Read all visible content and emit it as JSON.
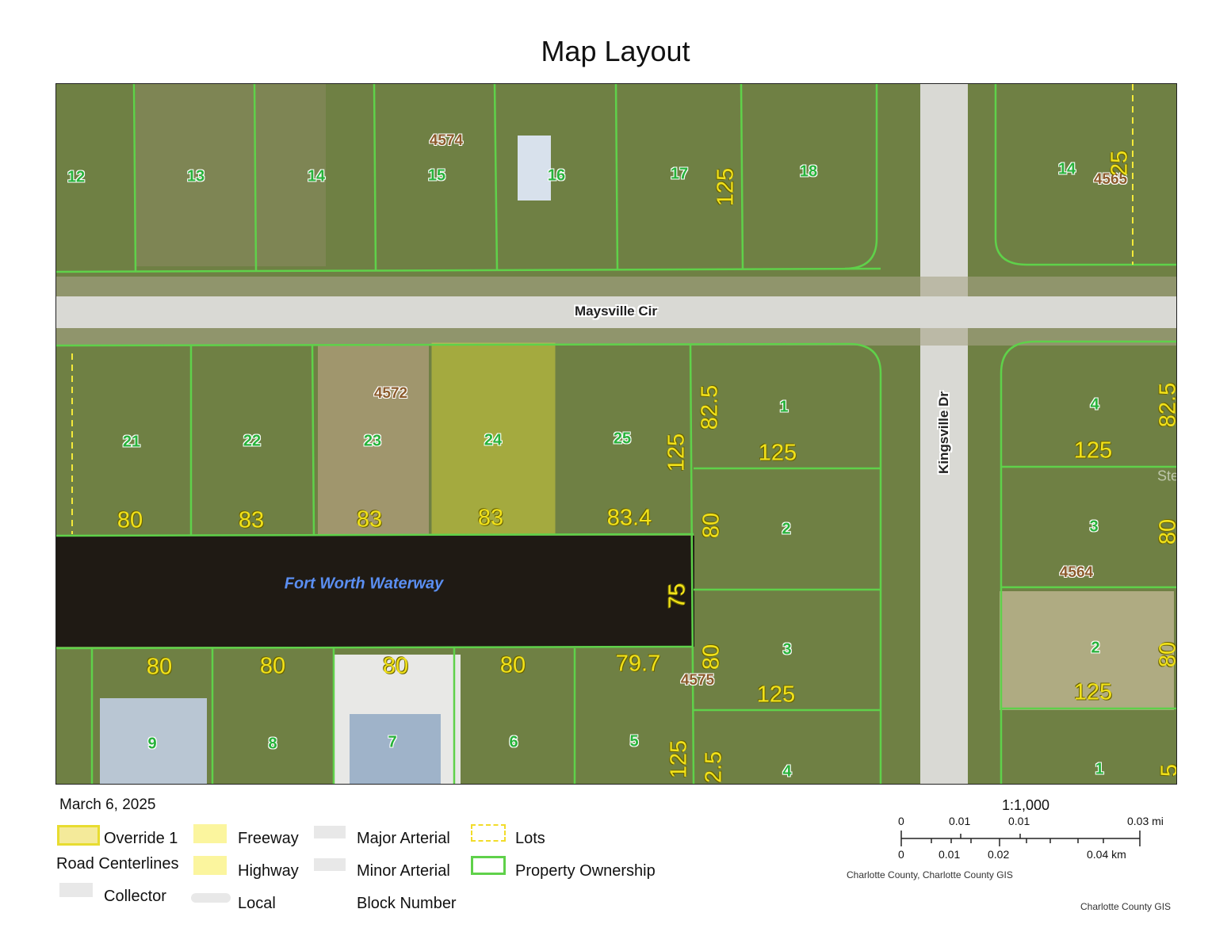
{
  "title": "Map Layout",
  "date": "March 6, 2025",
  "map": {
    "roads": {
      "maysville": "Maysville Cir",
      "kingsville": "Kingsville Dr"
    },
    "waterway": "Fort Worth Waterway",
    "watermark": "StellarMLS",
    "lots_top": [
      "12",
      "13",
      "14",
      "15",
      "16",
      "17",
      "18"
    ],
    "lots_top_right": "14",
    "block_top": "4574",
    "block_top_right": "4565",
    "lots_mid": [
      "21",
      "22",
      "23",
      "24",
      "25"
    ],
    "block_mid": "4572",
    "lots_east": [
      "1",
      "2",
      "3",
      "4"
    ],
    "lots_far_east": [
      "4",
      "3",
      "2",
      "1"
    ],
    "block_far_east": "4564",
    "lots_bottom": [
      "9",
      "8",
      "7",
      "6",
      "5"
    ],
    "block_bottom": "4575",
    "dims": {
      "d125": "125",
      "d25": "25",
      "d80": "80",
      "d83": "83",
      "d834": "83.4",
      "d825": "82.5",
      "d75": "75",
      "d797": "79.7",
      "d25b": "2.5",
      "d5": "5"
    }
  },
  "legend": {
    "override": "Override 1",
    "road_centerlines": "Road Centerlines",
    "collector": "Collector",
    "freeway": "Freeway",
    "highway": "Highway",
    "local": "Local",
    "major": "Major Arterial",
    "minor": "Minor Arterial",
    "block": "Block Number",
    "lots": "Lots",
    "ownership": "Property Ownership"
  },
  "scale": {
    "ratio": "1:1,000",
    "mi_labels": [
      "0",
      "0.01",
      "0.01",
      "0.03 mi"
    ],
    "km_labels": [
      "0",
      "0.01",
      "0.02",
      "0.04 km"
    ],
    "credit1": "Charlotte County, Charlotte County GIS",
    "credit2": "Charlotte County GIS"
  },
  "colors": {
    "parcel": "#5fd14a",
    "highlight": "#f4ea3a",
    "dim": "#f2e21a",
    "water": "#1f1a14"
  }
}
